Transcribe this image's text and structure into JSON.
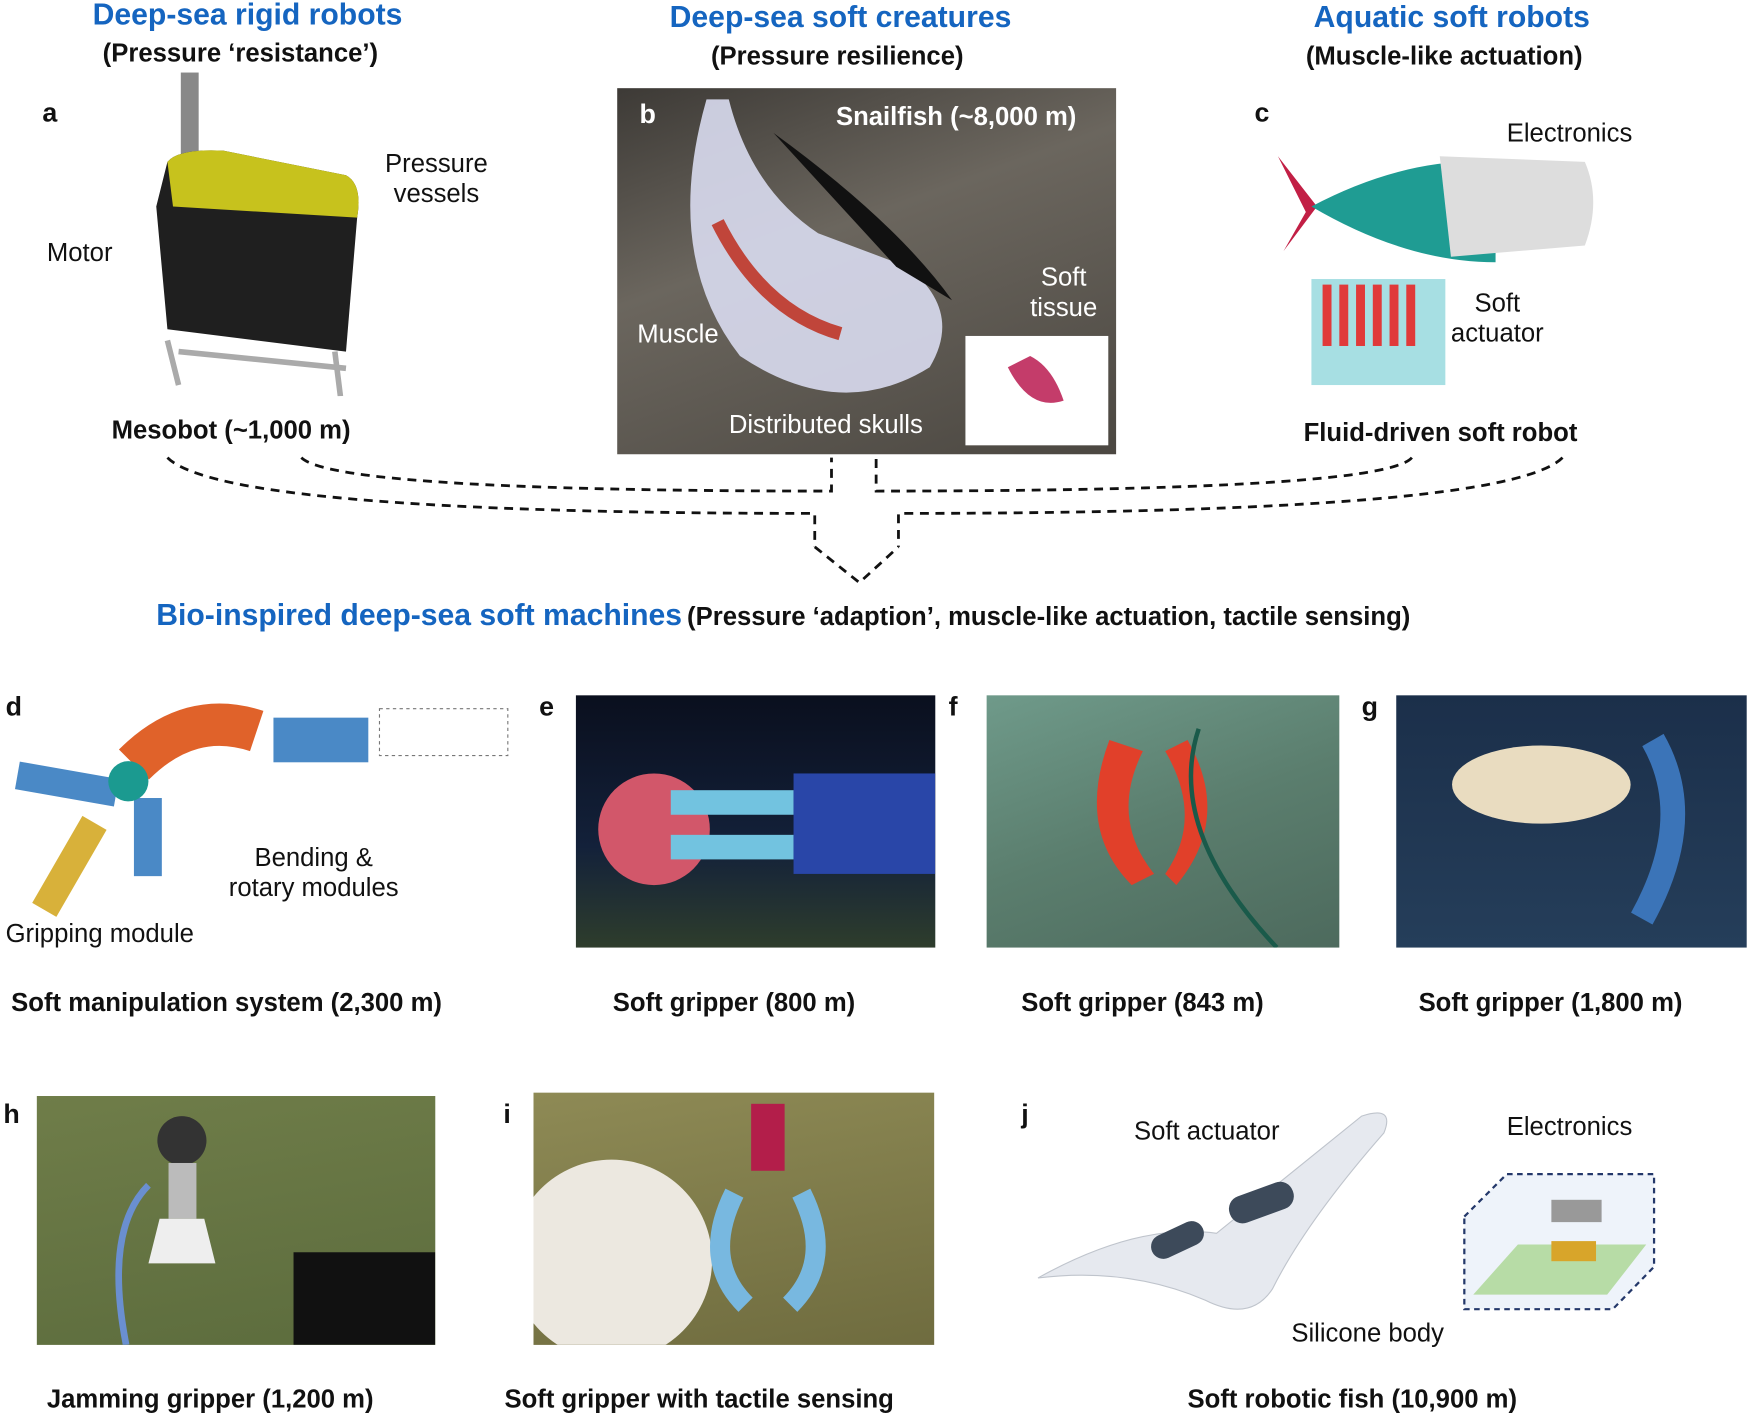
{
  "top": {
    "rigid": {
      "title": "Deep-sea rigid robots",
      "subtitle": "(Pressure ‘resistance’)"
    },
    "creatures": {
      "title": "Deep-sea soft creatures",
      "subtitle": "(Pressure resilience)"
    },
    "aquatic": {
      "title": "Aquatic soft robots",
      "subtitle": "(Muscle-like actuation)"
    }
  },
  "panels": {
    "a": {
      "letter": "a",
      "labels": [
        "Pressure",
        "vessels",
        "Motor"
      ],
      "caption": "Mesobot (~1,000 m)"
    },
    "b": {
      "letter": "b",
      "title": "Snailfish (~8,000 m)",
      "labels": [
        "Soft",
        "tissue",
        "Muscle",
        "Distributed skulls"
      ]
    },
    "c": {
      "letter": "c",
      "labels": [
        "Electronics",
        "Soft",
        "actuator"
      ],
      "caption": "Fluid-driven soft robot"
    },
    "d": {
      "letter": "d",
      "labels": [
        "Bending &",
        "rotary modules",
        "Gripping module"
      ],
      "caption": "Soft manipulation system (2,300 m)"
    },
    "e": {
      "letter": "e",
      "caption": "Soft gripper (800 m)"
    },
    "f": {
      "letter": "f",
      "caption": "Soft gripper (843 m)"
    },
    "g": {
      "letter": "g",
      "caption": "Soft gripper (1,800 m)"
    },
    "h": {
      "letter": "h",
      "caption": "Jamming gripper (1,200 m)"
    },
    "i": {
      "letter": "i",
      "caption": "Soft gripper with tactile sensing"
    },
    "j": {
      "letter": "j",
      "labels": [
        "Soft actuator",
        "Electronics",
        "Silicone body"
      ],
      "caption": "Soft robotic fish (10,900 m)"
    }
  },
  "middle": {
    "title": "Bio-inspired deep-sea soft machines",
    "subtitle": "(Pressure ‘adaption’, muscle-like actuation, tactile sensing)"
  },
  "colors": {
    "accent": "#1565c0"
  }
}
